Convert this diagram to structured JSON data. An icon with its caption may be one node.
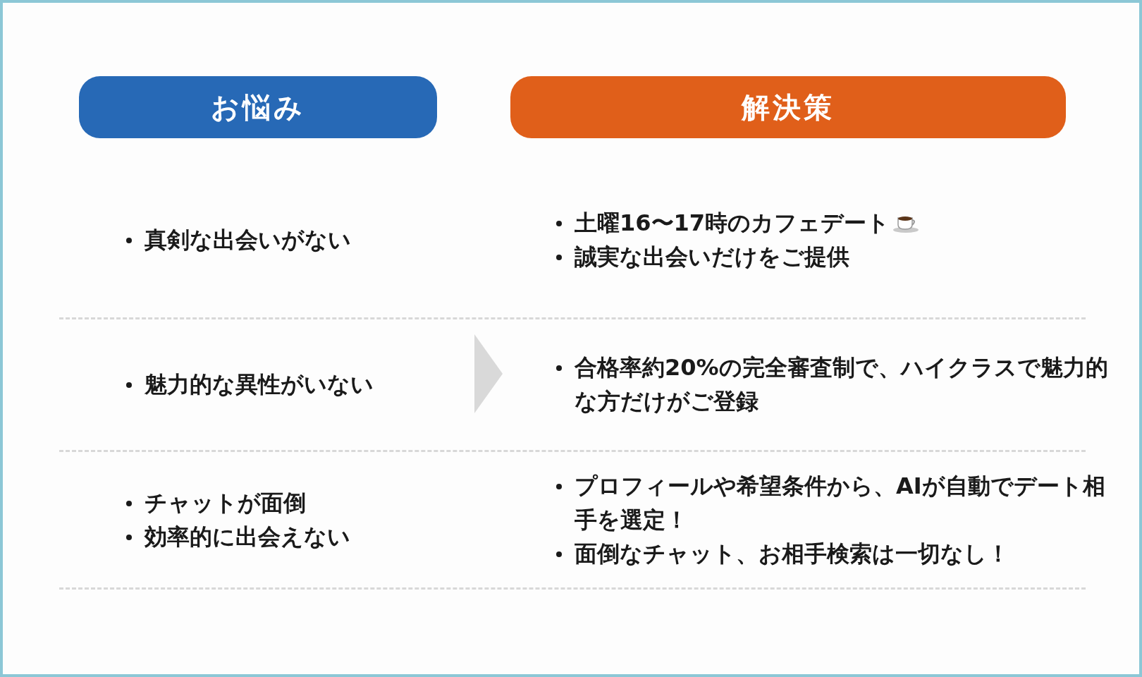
{
  "diagram": {
    "nodes": [
      {
        "text": [
          "お悩み"
        ]
      },
      {
        "text": [
          "解決策"
        ]
      }
    ],
    "labels": [
      "真剣な出会いがない",
      "土曜16〜17時のカフェデート",
      "誠実な出会いだけをご提供",
      "魅力的な異性がいない",
      "合格率約20%の完全審査制で、ハイクラスで魅力的な方だけがご登録",
      "チャットが面倒",
      "効率的に出会えない",
      "プロフィールや希望条件から、AIが自動でデート相手を選定！",
      "面倒なチャット、お相手検索は一切なし！"
    ]
  }
}
